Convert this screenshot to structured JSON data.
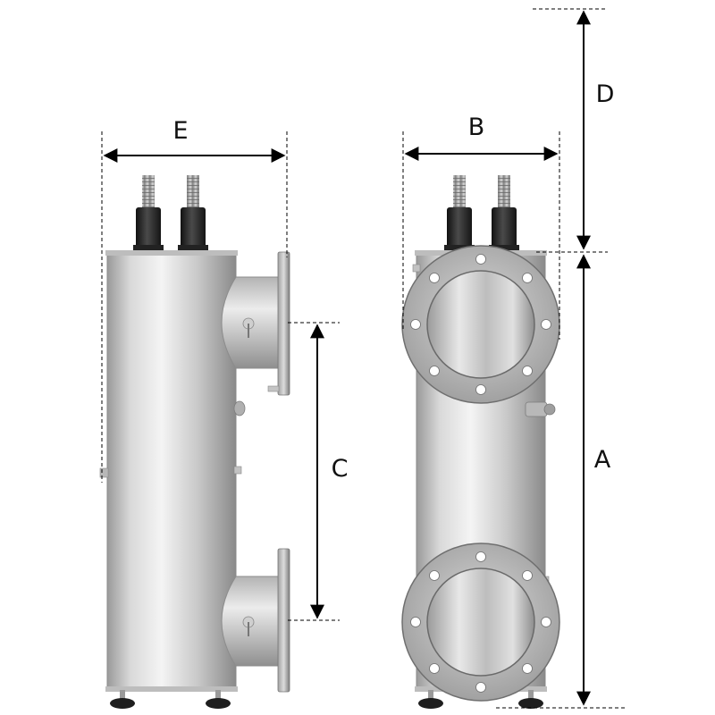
{
  "dimensions": {
    "A": "A",
    "B": "B",
    "C": "C",
    "D": "D",
    "E": "E"
  },
  "colors": {
    "steel_light": "#e6e6e6",
    "steel_dark": "#8e8e8e",
    "lamp_cap": "#2a2a2a",
    "dimension_line": "#000000"
  },
  "views": [
    "side-view",
    "front-view"
  ],
  "icons": [
    "uv-reactor-side-view",
    "uv-reactor-front-view",
    "flange-icon",
    "lamp-connector-icon",
    "leveling-foot-icon"
  ]
}
